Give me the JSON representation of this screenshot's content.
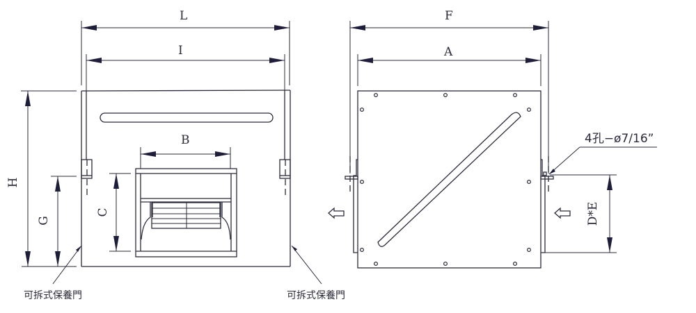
{
  "front_view": {
    "dims": {
      "L": "L",
      "I": "I",
      "B": "B",
      "C": "C",
      "G": "G",
      "H": "H"
    },
    "door_label_left": "可拆式保養門",
    "door_label_right": "可拆式保養門"
  },
  "side_view": {
    "dims": {
      "F": "F",
      "A": "A",
      "DE": "D*E"
    },
    "hole_note": "4孔−ø7/16”",
    "airflow_arrow_direction": "left"
  },
  "colors": {
    "line": "#2a2a3a",
    "arrowhead": "#1e1e3a",
    "background": "#ffffff"
  }
}
